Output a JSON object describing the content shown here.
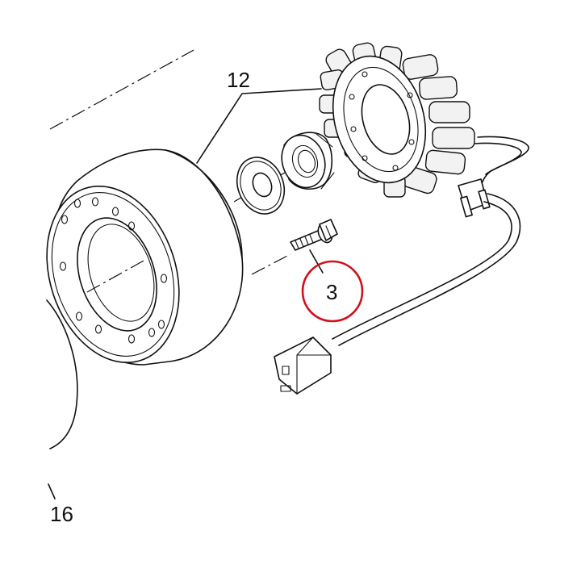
{
  "callouts": {
    "rotor": "12",
    "bolt": "3",
    "part16": "16"
  },
  "colors": {
    "highlight_circle": "#d0101c",
    "line": "#111111",
    "background": "#ffffff"
  }
}
